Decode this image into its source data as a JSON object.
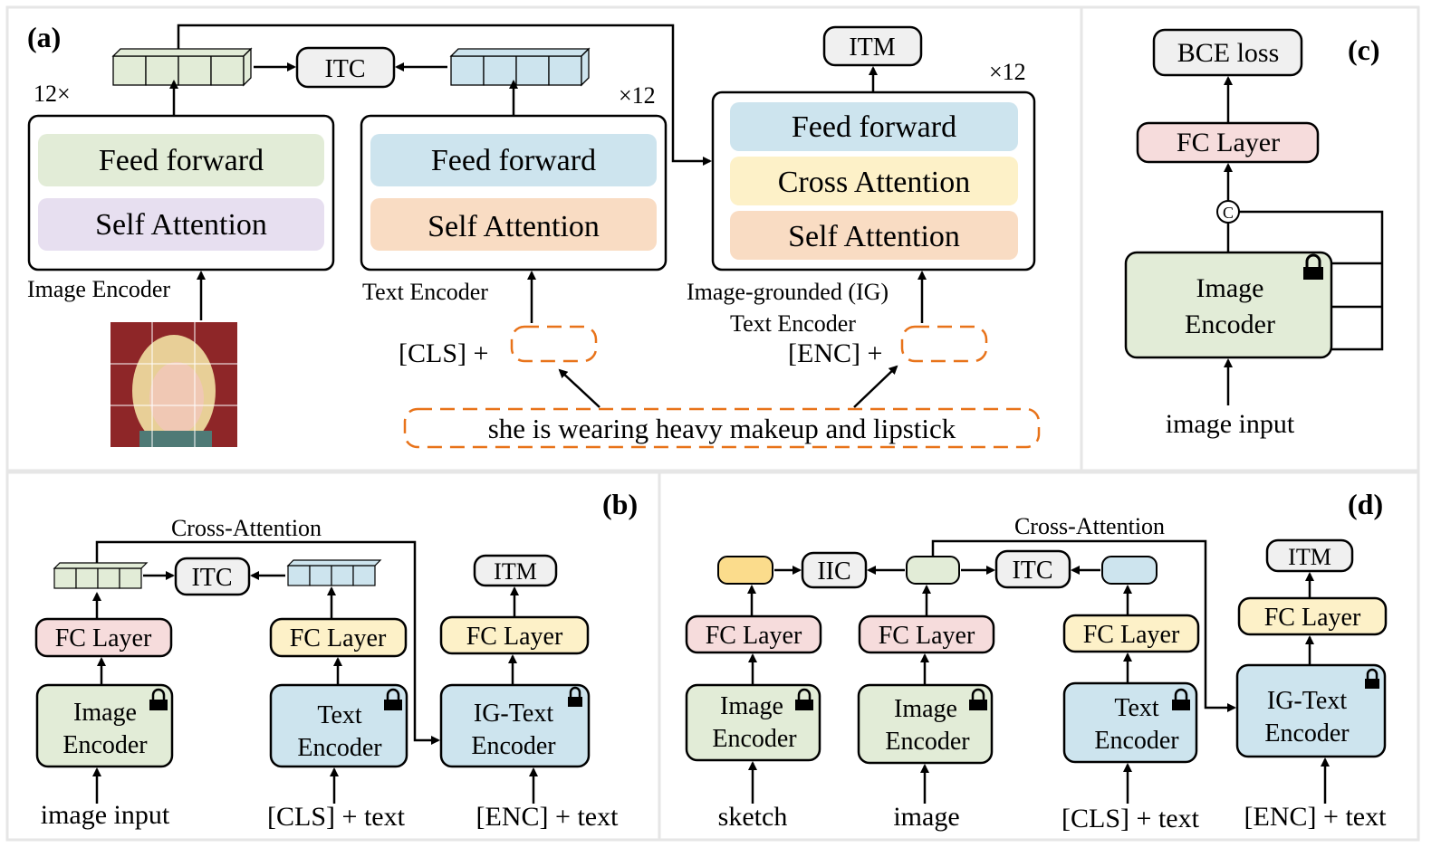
{
  "panels": {
    "a": {
      "tag": "(a)",
      "itc": "ITC",
      "itm": "ITM",
      "rep_img": "12×",
      "rep_txt": "×12",
      "rep_ig": "×12",
      "img_enc": {
        "ff": "Feed forward",
        "sa": "Self Attention",
        "label": "Image Encoder"
      },
      "txt_enc": {
        "ff": "Feed forward",
        "sa": "Self Attention",
        "label": "Text Encoder"
      },
      "ig_enc": {
        "ff": "Feed forward",
        "ca": "Cross Attention",
        "sa": "Self Attention",
        "label1": "Image-grounded (IG)",
        "label2": "Text Encoder"
      },
      "cls": "[CLS] +",
      "enc": "[ENC] +",
      "caption": "she is wearing heavy makeup and lipstick"
    },
    "b": {
      "tag": "(b)",
      "cross": "Cross-Attention",
      "itc": "ITC",
      "itm": "ITM",
      "fc": "FC Layer",
      "img1": "Image",
      "img2": "Encoder",
      "txt1": "Text",
      "txt2": "Encoder",
      "ig1": "IG-Text",
      "ig2": "Encoder",
      "in_img": "image input",
      "in_cls": "[CLS] + text",
      "in_enc": "[ENC] + text"
    },
    "c": {
      "tag": "(c)",
      "bce": "BCE loss",
      "fc": "FC Layer",
      "concat": "C",
      "img1": "Image",
      "img2": "Encoder",
      "input": "image input"
    },
    "d": {
      "tag": "(d)",
      "cross": "Cross-Attention",
      "iic": "IIC",
      "itc": "ITC",
      "itm": "ITM",
      "fc": "FC Layer",
      "img1": "Image",
      "img2": "Encoder",
      "txt1": "Text",
      "txt2": "Encoder",
      "ig1": "IG-Text",
      "ig2": "Encoder",
      "in_sketch": "sketch",
      "in_image": "image",
      "in_cls": "[CLS] + text",
      "in_enc": "[ENC] + text"
    }
  },
  "colors": {
    "green": "#e2ecd7",
    "purple": "#e7dff0",
    "blue": "#cde4ee",
    "orange": "#f9dcc3",
    "yellow": "#fdf1c8",
    "pink": "#f6dcdc",
    "gray": "#f0f0f0",
    "dashed": "#e8731a"
  }
}
